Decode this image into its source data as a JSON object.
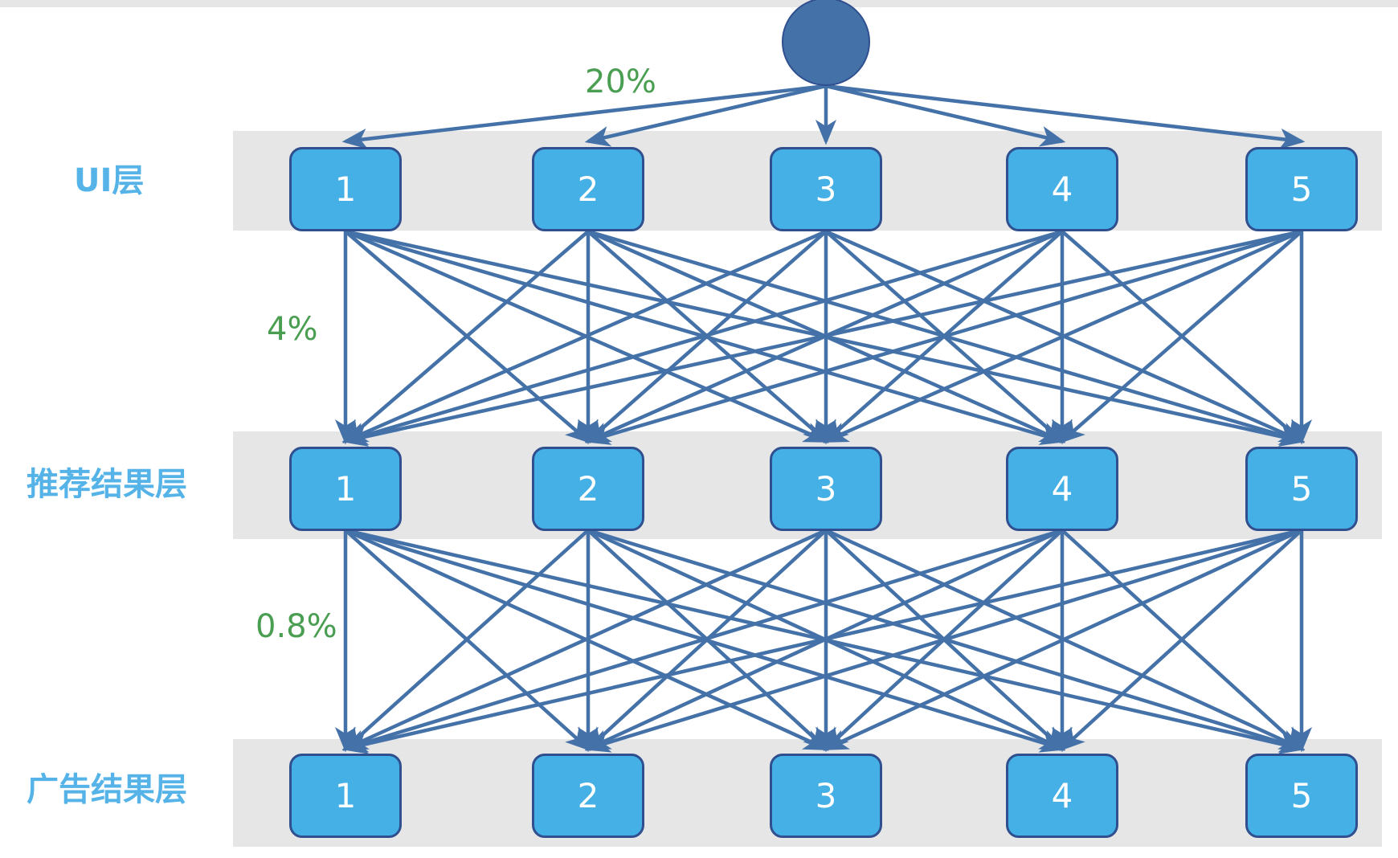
{
  "diagram": {
    "title_visible": false,
    "colors": {
      "band": "#e6e6e6",
      "node_fill": "#45b0e6",
      "node_border": "#2f4f8f",
      "root_fill": "#4472a8",
      "edge": "#4472a8",
      "label": "#55b3e8",
      "percent": "#4a9e52",
      "background": "#ffffff"
    },
    "root": {
      "name": "root-node",
      "shape": "circle",
      "label": ""
    },
    "layers": [
      {
        "id": "ui",
        "label": "UI层",
        "nodes": [
          "1",
          "2",
          "3",
          "4",
          "5"
        ]
      },
      {
        "id": "recommend",
        "label": "推荐结果层",
        "nodes": [
          "1",
          "2",
          "3",
          "4",
          "5"
        ]
      },
      {
        "id": "ads",
        "label": "广告结果层",
        "nodes": [
          "1",
          "2",
          "3",
          "4",
          "5"
        ]
      }
    ],
    "percent_labels": [
      {
        "id": "root-to-ui",
        "value": "20%"
      },
      {
        "id": "ui-to-recommend",
        "value": "4%"
      },
      {
        "id": "recommend-to-ads",
        "value": "0.8%"
      }
    ]
  }
}
